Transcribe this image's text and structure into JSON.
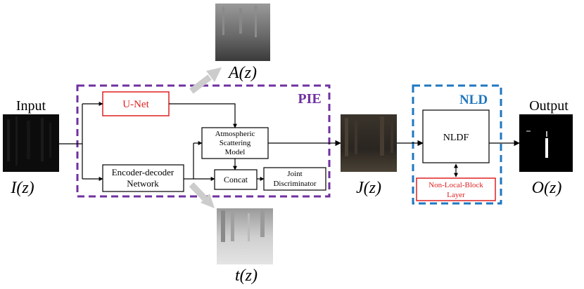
{
  "labels": {
    "input": "Input",
    "output": "Output",
    "iz": "I(z)",
    "az": "A(z)",
    "tz": "t(z)",
    "jz": "J(z)",
    "oz": "O(z)",
    "pie": "PIE",
    "nld": "NLD"
  },
  "blocks": {
    "unet": "U-Net",
    "encoder_line1": "Encoder-decoder",
    "encoder_line2": "Network",
    "asm_line1": "Atmospheric",
    "asm_line2": "Scattering",
    "asm_line3": "Model",
    "concat": "Concat",
    "joint_line1": "Joint",
    "joint_line2": "Discriminator",
    "nldf": "NLDF",
    "nlb_line1": "Non-Local-Block",
    "nlb_line2": "Layer"
  },
  "colors": {
    "pie_border": "#7030a0",
    "nld_border": "#1f77c0",
    "red_block": "#e02020",
    "line": "#000000",
    "gray_arrow": "#cccccc"
  }
}
